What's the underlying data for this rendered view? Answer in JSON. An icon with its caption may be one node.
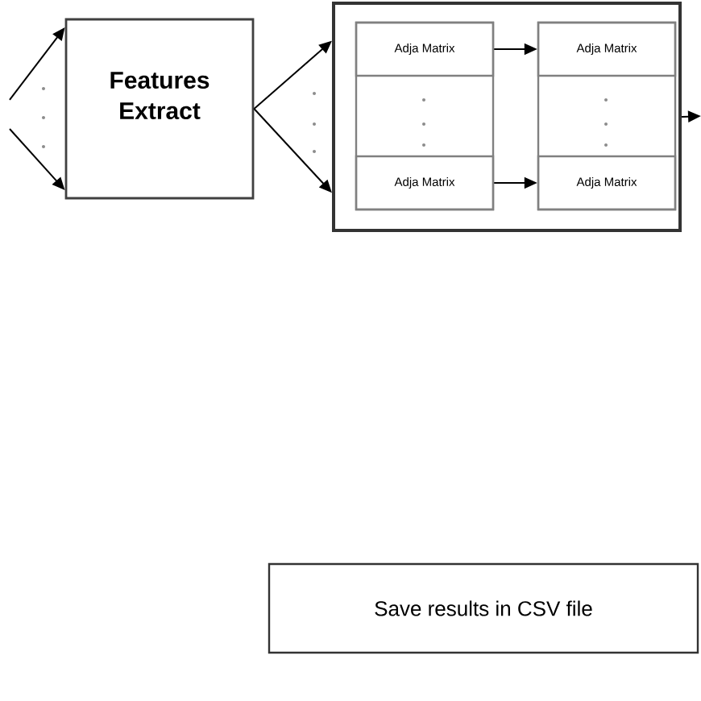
{
  "diagram": {
    "nodes": [
      {
        "text": [
          "Features Extract"
        ]
      },
      {
        "text": [],
        "shape": "box"
      },
      {
        "text": [],
        "shape": "box",
        "in": 1
      },
      {
        "text": [
          "Adja Matrix"
        ],
        "in": 2
      },
      {
        "text": [
          "Adja Matrix"
        ],
        "in": 2
      },
      {
        "text": [],
        "shape": "box",
        "in": 1
      },
      {
        "text": [
          "Adja Matrix"
        ],
        "in": 5
      },
      {
        "text": [
          "Adja Matrix"
        ],
        "in": 5
      },
      {
        "text": [
          "Save results in CSV file"
        ]
      }
    ],
    "edges": [
      {
        "from": null,
        "to": 0,
        "arrow": "to"
      },
      {
        "from": null,
        "to": 0,
        "arrow": "to"
      },
      {
        "from": 0,
        "to": 1,
        "arrow": "to"
      },
      {
        "from": 0,
        "to": 1,
        "arrow": "to"
      },
      {
        "from": 3,
        "to": 6,
        "arrow": "to"
      },
      {
        "from": 4,
        "to": 7,
        "arrow": "to"
      },
      {
        "from": 1,
        "to": null,
        "arrow": "to"
      }
    ]
  }
}
